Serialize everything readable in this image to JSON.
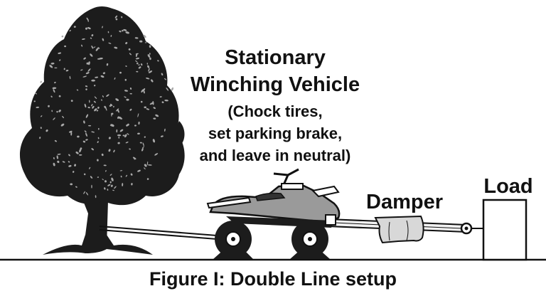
{
  "labels": {
    "vehicle_line1": "Stationary",
    "vehicle_line2": "Winching Vehicle",
    "instruction_line1": "(Chock tires,",
    "instruction_line2": "set parking brake,",
    "instruction_line3": "and leave in neutral)",
    "damper": "Damper",
    "load": "Load"
  },
  "caption": "Figure I:  Double Line setup",
  "colors": {
    "ink": "#111111",
    "foliage": "#1c1c1c",
    "leaf_highlight": "#a9a9a9",
    "body_gray": "#9a9a9a",
    "cable_fill": "#f2f2f2",
    "cloth": "#d8d8d8",
    "background": "#ffffff"
  },
  "icons": [
    "tree",
    "atv",
    "wheel-chock",
    "damper-cloth",
    "pulley-block",
    "load-box"
  ]
}
